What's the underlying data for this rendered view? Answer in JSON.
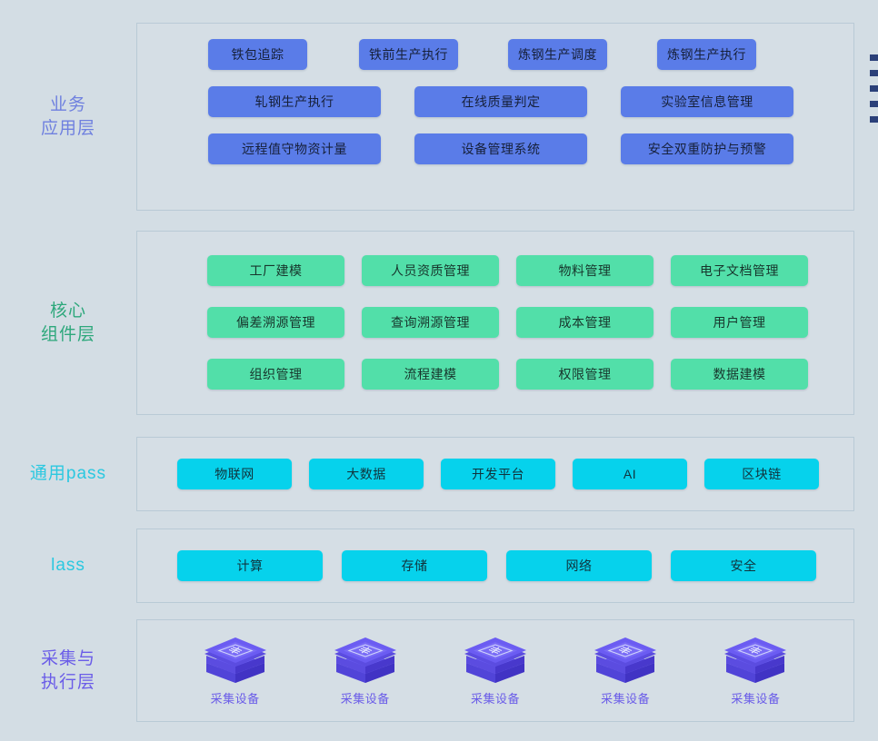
{
  "layers": [
    {
      "id": "business",
      "label": "业务\n应用层",
      "label_color": "#6f80df",
      "chip_color": "#5a7ce8",
      "rows": [
        [
          "铁包追踪",
          "铁前生产执行",
          "炼钢生产调度",
          "炼钢生产执行"
        ],
        [
          "轧钢生产执行",
          "在线质量判定",
          "实验室信息管理"
        ],
        [
          "远程值守物资计量",
          "设备管理系统",
          "安全双重防护与预警"
        ]
      ]
    },
    {
      "id": "core",
      "label": "核心\n组件层",
      "label_color": "#2ea87c",
      "chip_color": "#52dfa9",
      "rows": [
        [
          "工厂建模",
          "人员资质管理",
          "物料管理",
          "电子文档管理"
        ],
        [
          "偏差溯源管理",
          "查询溯源管理",
          "成本管理",
          "用户管理"
        ],
        [
          "组织管理",
          "流程建模",
          "权限管理",
          "数据建模"
        ]
      ]
    },
    {
      "id": "paas",
      "label": "通用pass",
      "label_color": "#2bc8e0",
      "chip_color": "#06d2ec",
      "rows": [
        [
          "物联网",
          "大数据",
          "开发平台",
          "AI",
          "区块链"
        ]
      ]
    },
    {
      "id": "iaas",
      "label": "lass",
      "label_color": "#2bc8e0",
      "chip_color": "#06d2ec",
      "rows": [
        [
          "计算",
          "存储",
          "网络",
          "安全"
        ]
      ]
    },
    {
      "id": "device",
      "label": "采集与\n执行层",
      "label_color": "#6a5ce8",
      "devices": [
        {
          "icon": "collection-device-icon",
          "caption": "采集设备"
        },
        {
          "icon": "collection-device-icon",
          "caption": "采集设备"
        },
        {
          "icon": "collection-device-icon",
          "caption": "采集设备"
        },
        {
          "icon": "collection-device-icon",
          "caption": "采集设备"
        },
        {
          "icon": "collection-device-icon",
          "caption": "采集设备"
        }
      ]
    }
  ],
  "edge_markers": {
    "count": 5,
    "color": "#2b4079"
  },
  "colors": {
    "page_background": "#d3dde4",
    "panel_background": "#d5dee5",
    "panel_border": "#b9cad6",
    "blue": "#5a7ce8",
    "green": "#52dfa9",
    "cyan": "#06d2ec",
    "device_purple": "#5b4ce0"
  }
}
